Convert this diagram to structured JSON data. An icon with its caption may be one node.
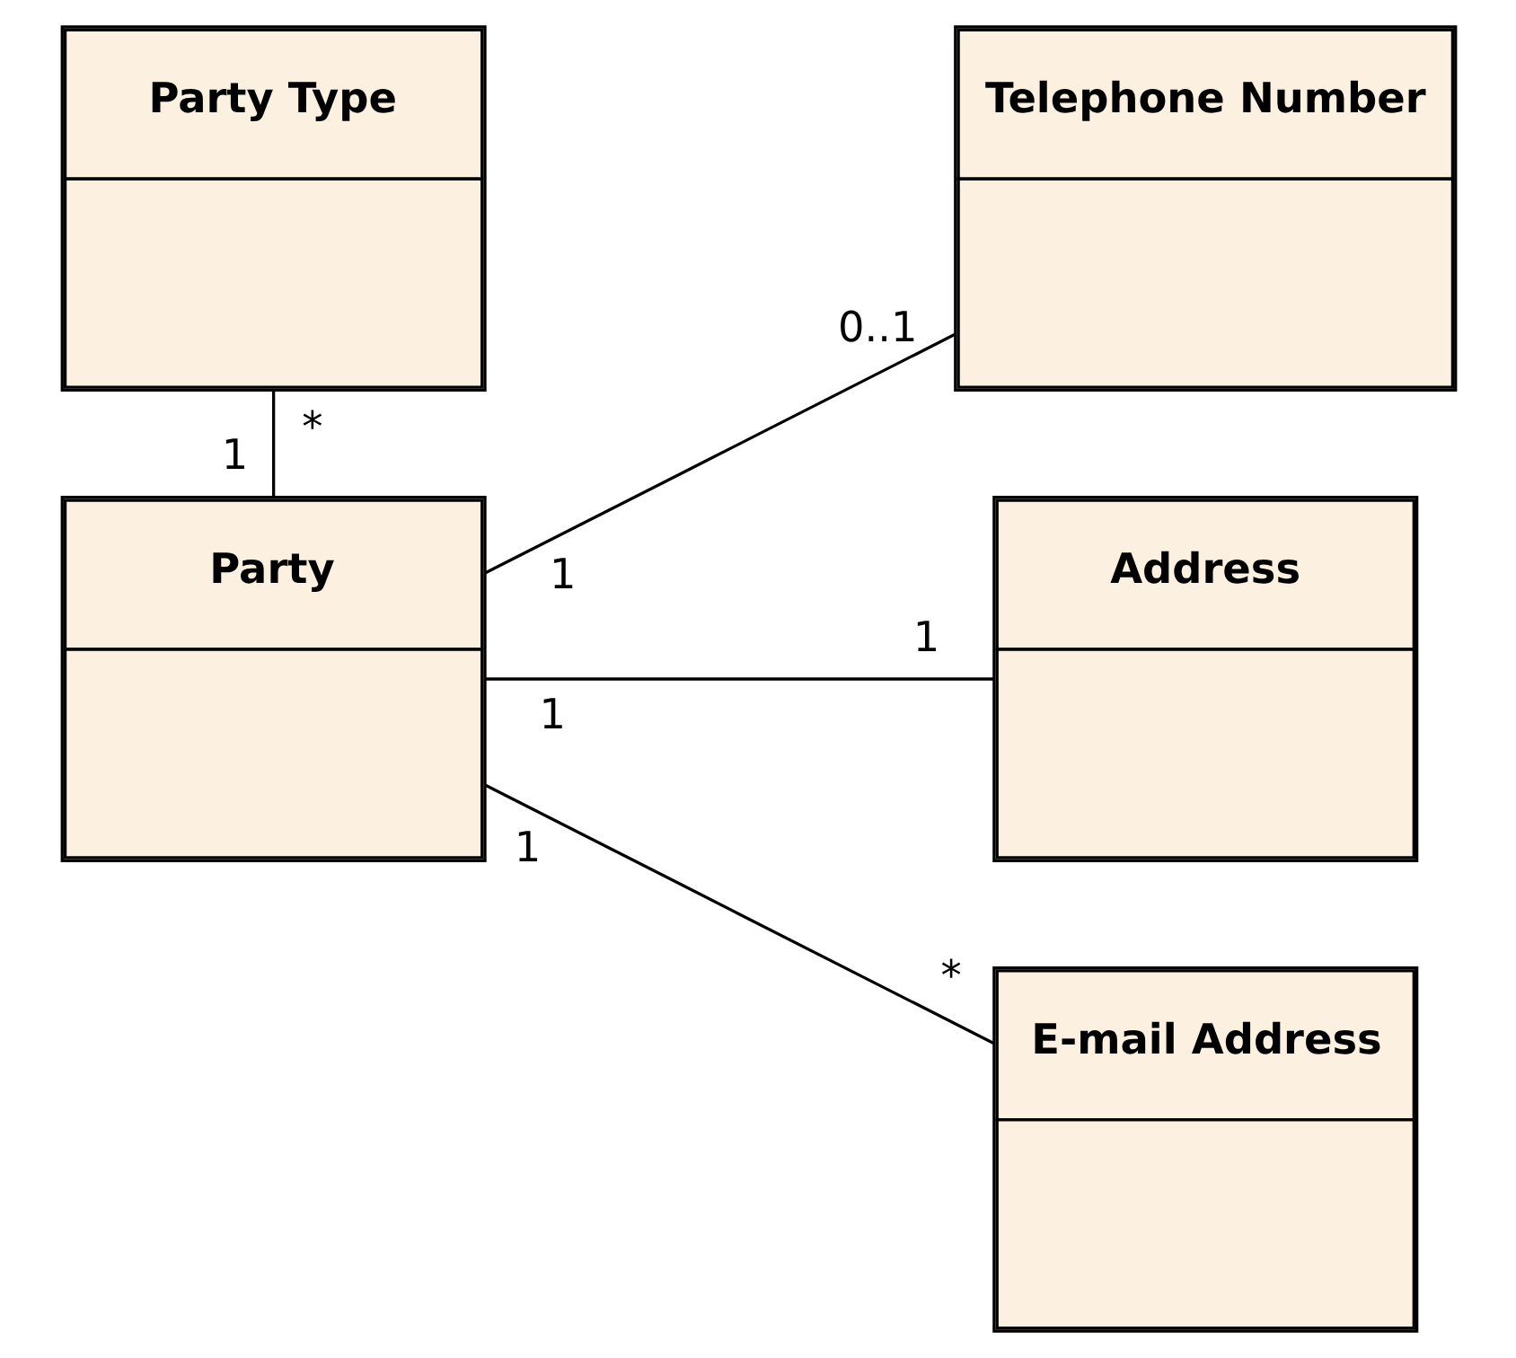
{
  "diagram": {
    "nodes": [
      {
        "text": [
          "Party Type"
        ]
      },
      {
        "text": [
          "Party"
        ]
      },
      {
        "text": [
          "Telephone Number"
        ]
      },
      {
        "text": [
          "Address"
        ]
      },
      {
        "text": [
          "E-mail Address"
        ]
      }
    ],
    "edges": [
      {
        "from": 0,
        "to": 1,
        "arrow": "none"
      },
      {
        "from": 1,
        "to": 2,
        "arrow": "none"
      },
      {
        "from": 1,
        "to": 3,
        "arrow": "none"
      },
      {
        "from": 1,
        "to": 4,
        "arrow": "none"
      }
    ],
    "labels": [
      "1",
      "*",
      "1",
      "0..1",
      "1",
      "1",
      "1",
      "*"
    ]
  }
}
